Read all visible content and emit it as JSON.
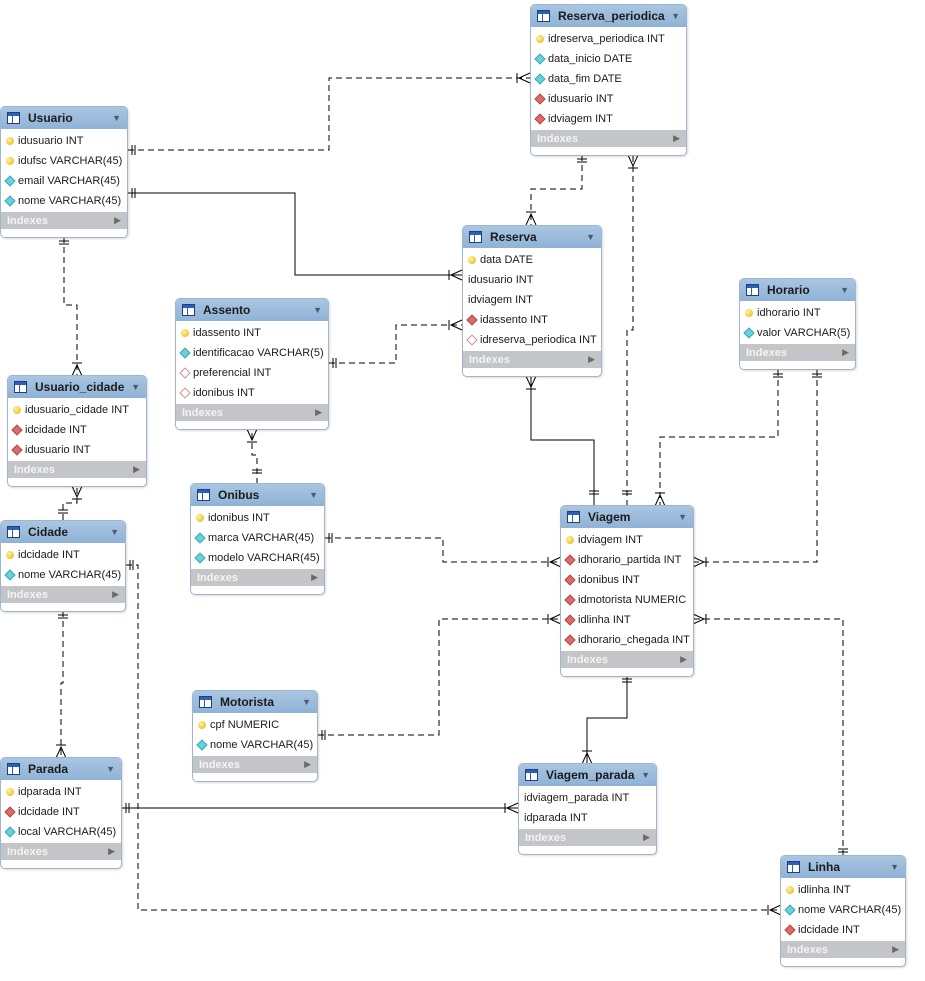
{
  "tables": {
    "reserva_periodica": {
      "name": "Reserva_periodica",
      "columns": [
        {
          "text": "idreserva_periodica INT",
          "kind": "pk"
        },
        {
          "text": "data_inicio DATE",
          "kind": "attr"
        },
        {
          "text": "data_fim DATE",
          "kind": "attr"
        },
        {
          "text": "idusuario INT",
          "kind": "fk"
        },
        {
          "text": "idviagem INT",
          "kind": "fk"
        }
      ]
    },
    "usuario": {
      "name": "Usuario",
      "columns": [
        {
          "text": "idusuario INT",
          "kind": "pk"
        },
        {
          "text": "idufsc VARCHAR(45)",
          "kind": "pk"
        },
        {
          "text": "email VARCHAR(45)",
          "kind": "attr"
        },
        {
          "text": "nome VARCHAR(45)",
          "kind": "attr"
        }
      ]
    },
    "reserva": {
      "name": "Reserva",
      "columns": [
        {
          "text": "data DATE",
          "kind": "pk"
        },
        {
          "text": "idusuario INT",
          "kind": "none"
        },
        {
          "text": "idviagem INT",
          "kind": "none"
        },
        {
          "text": "idassento INT",
          "kind": "fk"
        },
        {
          "text": "idreserva_periodica INT",
          "kind": "nn"
        }
      ]
    },
    "horario": {
      "name": "Horario",
      "columns": [
        {
          "text": "idhorario INT",
          "kind": "pk"
        },
        {
          "text": "valor VARCHAR(5)",
          "kind": "attr"
        }
      ]
    },
    "assento": {
      "name": "Assento",
      "columns": [
        {
          "text": "idassento INT",
          "kind": "pk"
        },
        {
          "text": "identificacao VARCHAR(5)",
          "kind": "attr"
        },
        {
          "text": "preferencial INT",
          "kind": "nn"
        },
        {
          "text": "idonibus INT",
          "kind": "nn"
        }
      ]
    },
    "usuario_cidade": {
      "name": "Usuario_cidade",
      "columns": [
        {
          "text": "idusuario_cidade INT",
          "kind": "pk"
        },
        {
          "text": "idcidade INT",
          "kind": "fk"
        },
        {
          "text": "idusuario INT",
          "kind": "fk"
        }
      ]
    },
    "onibus": {
      "name": "Onibus",
      "columns": [
        {
          "text": "idonibus INT",
          "kind": "pk"
        },
        {
          "text": "marca VARCHAR(45)",
          "kind": "attr"
        },
        {
          "text": "modelo VARCHAR(45)",
          "kind": "attr"
        }
      ]
    },
    "viagem": {
      "name": "Viagem",
      "columns": [
        {
          "text": "idviagem INT",
          "kind": "pk"
        },
        {
          "text": "idhorario_partida INT",
          "kind": "fk"
        },
        {
          "text": "idonibus INT",
          "kind": "fk"
        },
        {
          "text": "idmotorista NUMERIC",
          "kind": "fk"
        },
        {
          "text": "idlinha INT",
          "kind": "fk"
        },
        {
          "text": "idhorario_chegada INT",
          "kind": "fk"
        }
      ]
    },
    "cidade": {
      "name": "Cidade",
      "columns": [
        {
          "text": "idcidade INT",
          "kind": "pk"
        },
        {
          "text": "nome VARCHAR(45)",
          "kind": "attr"
        }
      ]
    },
    "motorista": {
      "name": "Motorista",
      "columns": [
        {
          "text": "cpf NUMERIC",
          "kind": "pk"
        },
        {
          "text": "nome VARCHAR(45)",
          "kind": "attr"
        }
      ]
    },
    "parada": {
      "name": "Parada",
      "columns": [
        {
          "text": "idparada INT",
          "kind": "pk"
        },
        {
          "text": "idcidade INT",
          "kind": "fk"
        },
        {
          "text": "local VARCHAR(45)",
          "kind": "attr"
        }
      ]
    },
    "viagem_parada": {
      "name": "Viagem_parada",
      "columns": [
        {
          "text": "idviagem_parada INT",
          "kind": "none"
        },
        {
          "text": "idparada INT",
          "kind": "none"
        }
      ]
    },
    "linha": {
      "name": "Linha",
      "columns": [
        {
          "text": "idlinha INT",
          "kind": "pk"
        },
        {
          "text": "nome VARCHAR(45)",
          "kind": "attr"
        },
        {
          "text": "idcidade INT",
          "kind": "fk"
        }
      ]
    }
  },
  "labels": {
    "indexes": "Indexes"
  },
  "colors": {
    "header": "#9cbcde",
    "indexes_bar": "#c3c5c8",
    "line": "#000000",
    "pk_icon": "#e4b400",
    "fk_icon": "#d96d6d",
    "attr_icon": "#6ad0dc"
  },
  "relationships": [
    {
      "from": "usuario",
      "to": "reserva_periodica",
      "identifying": false
    },
    {
      "from": "usuario",
      "to": "reserva",
      "identifying": true
    },
    {
      "from": "usuario",
      "to": "usuario_cidade",
      "identifying": false
    },
    {
      "from": "reserva_periodica",
      "to": "reserva",
      "identifying": false
    },
    {
      "from": "viagem",
      "to": "reserva_periodica",
      "identifying": false
    },
    {
      "from": "viagem",
      "to": "reserva",
      "identifying": true
    },
    {
      "from": "assento",
      "to": "reserva",
      "identifying": false
    },
    {
      "from": "onibus",
      "to": "assento",
      "identifying": false
    },
    {
      "from": "horario",
      "to": "viagem",
      "identifying": false
    },
    {
      "from": "horario",
      "to": "viagem",
      "identifying": false
    },
    {
      "from": "onibus",
      "to": "viagem",
      "identifying": false
    },
    {
      "from": "motorista",
      "to": "viagem",
      "identifying": false
    },
    {
      "from": "linha",
      "to": "viagem",
      "identifying": false
    },
    {
      "from": "cidade",
      "to": "usuario_cidade",
      "identifying": false
    },
    {
      "from": "cidade",
      "to": "parada",
      "identifying": false
    },
    {
      "from": "cidade",
      "to": "linha",
      "identifying": false
    },
    {
      "from": "viagem",
      "to": "viagem_parada",
      "identifying": true
    },
    {
      "from": "parada",
      "to": "viagem_parada",
      "identifying": true
    }
  ]
}
